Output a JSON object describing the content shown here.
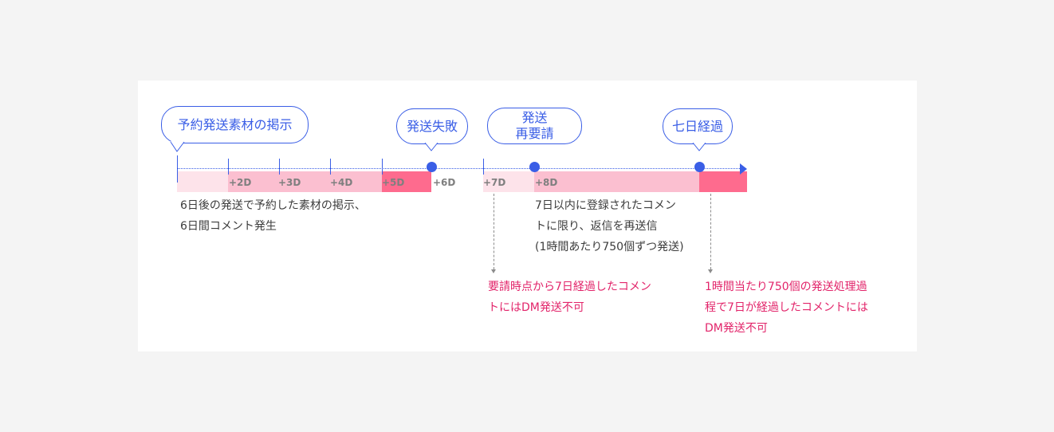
{
  "colors": {
    "accent_blue": "#3a5ee6",
    "pink_light": "#fde3ea",
    "pink_mid": "#fbbfd0",
    "pink_strong": "#fe6b8e",
    "note_red": "#e2246a",
    "day_label_gray": "#7f7f7f"
  },
  "bubbles": {
    "publish": "予約発送素材の掲示",
    "failure": "発送失敗",
    "rerequest_line1": "発送",
    "rerequest_line2": "再要請",
    "seven_days": "七日経過"
  },
  "day_labels": [
    "+2D",
    "+3D",
    "+4D",
    "+5D",
    "+6D",
    "+7D",
    "+8D"
  ],
  "notes": {
    "left_line1": "6日後の発送で予約した素材の掲示、",
    "left_line2": "6日間コメント発生",
    "mid_line1": "7日以内に登録されたコメン",
    "mid_line2": "トに限り、返信を再送信",
    "mid_line3": "(1時間あたり750個ずつ発送)",
    "red1_line1": "要請時点から7日経過したコメン",
    "red1_line2": "トにはDM発送不可",
    "red2_line1": "1時間当たり750個の発送処理過",
    "red2_line2": "程で7日が経過したコメントには",
    "red2_line3": "DM発送不可"
  }
}
